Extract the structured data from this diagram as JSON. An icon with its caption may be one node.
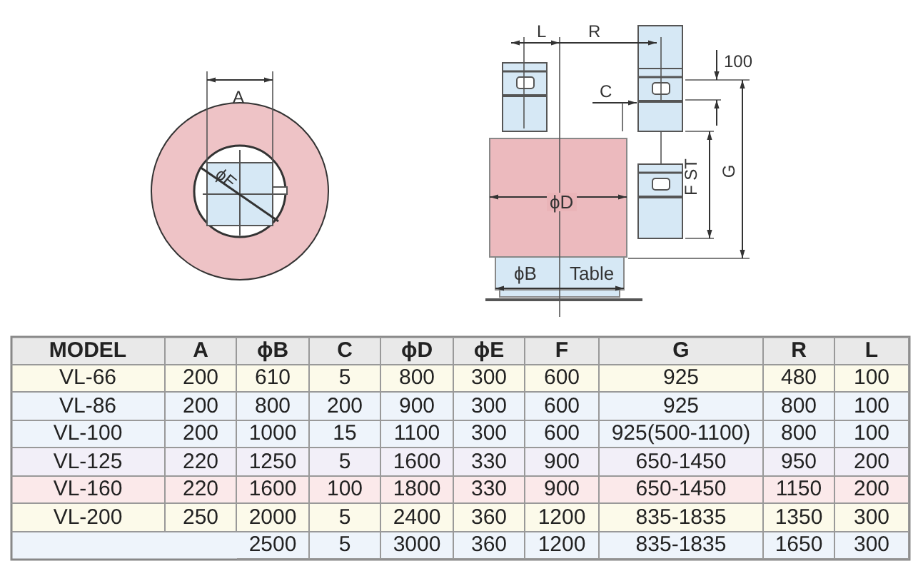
{
  "diagram": {
    "labels": [
      "A",
      "ϕE",
      "L",
      "R",
      "100",
      "C",
      "ϕD",
      "F ST",
      "G",
      "ϕB",
      "Table",
      "MODEL",
      "A",
      "ϕB",
      "C",
      "ϕD",
      "ϕE",
      "F",
      "G",
      "R",
      "L",
      "VL-66",
      "200",
      "610",
      "5",
      "800",
      "300",
      "600",
      "925",
      "480",
      "100",
      "VL-86",
      "200",
      "800",
      "200",
      "900",
      "300",
      "600",
      "925",
      "800",
      "100",
      "VL-100",
      "200",
      "1000",
      "15",
      "1100",
      "300",
      "600",
      "925(500-1100)",
      "800",
      "100",
      "VL-125",
      "220",
      "1250",
      "5",
      "1600",
      "330",
      "900",
      "650-1450",
      "950",
      "200",
      "VL-160",
      "220",
      "1600",
      "100",
      "1800",
      "330",
      "900",
      "650-1450",
      "1150",
      "200",
      "VL-200",
      "250",
      "2000",
      "5",
      "2400",
      "360",
      "1200",
      "835-1835",
      "1350",
      "300",
      "2500",
      "5",
      "3000",
      "360",
      "1200",
      "835-1835",
      "1650",
      "300"
    ]
  }
}
